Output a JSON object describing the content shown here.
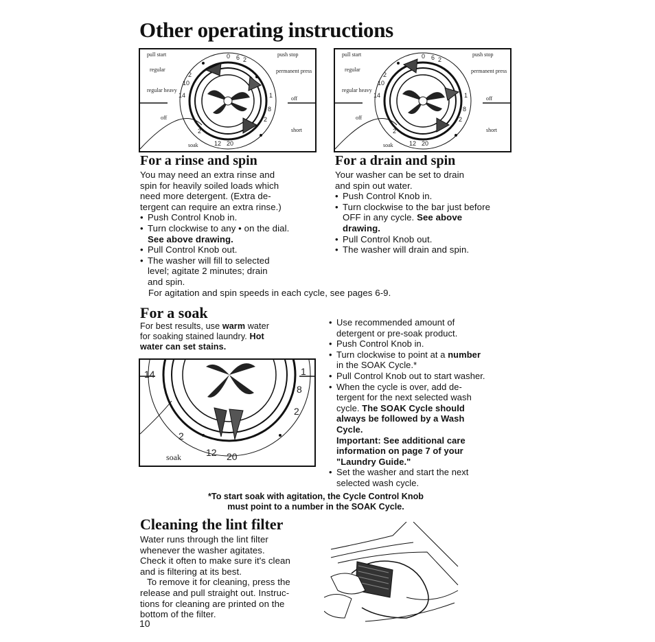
{
  "page": {
    "title": "Other operating instructions",
    "page_number": "10"
  },
  "dial": {
    "pull_start": "pull start",
    "push_stop": "push stop",
    "regular": "regular",
    "permanent_press": "permanent press",
    "regular_heavy": "regular heavy",
    "off": "off",
    "short": "short",
    "soak": "soak",
    "n0": "0",
    "n6": "6",
    "n2": "2",
    "n10": "10",
    "n14": "14",
    "n1": "1",
    "n8": "8",
    "n12": "12",
    "n20": "20"
  },
  "rinse": {
    "heading": "For a rinse and spin",
    "intro": [
      "You may need an extra rinse and",
      "spin for heavily soiled loads which",
      "need more detergent. (Extra de-",
      "tergent can require an extra rinse.)"
    ],
    "b1": "Push Control Knob in.",
    "b2": "Turn clockwise to any • on the dial.",
    "b2_bold": "See above drawing.",
    "b3": "Pull Control Knob out.",
    "b4": [
      "The washer will fill to selected",
      "level; agitate 2 minutes; drain",
      "and spin."
    ]
  },
  "drain": {
    "heading": "For a drain and spin",
    "intro": [
      "Your washer can be set to drain",
      "and spin out water."
    ],
    "b1": "Push Control Knob in.",
    "b2": [
      "Turn clockwise to the bar just before",
      "OFF in any cycle."
    ],
    "b2_bold_a": "See above",
    "b2_bold_b": "drawing.",
    "b3": "Pull Control Knob out.",
    "b4": "The washer will drain and spin."
  },
  "agitation_note": "For agitation and spin speeds in each cycle, see pages 6-9.",
  "soak": {
    "heading": "For a soak",
    "intro_a": "For best results, use",
    "intro_warm": "warm",
    "intro_b": "water",
    "intro_c": "for soaking stained laundry.",
    "intro_hot": "Hot",
    "intro_stains": "water can set stains.",
    "b1": [
      "Use recommended amount of",
      "detergent or pre-soak product."
    ],
    "b2": "Push Control Knob in.",
    "b3_a": "Turn clockwise to point at a",
    "b3_bold": "number",
    "b3_b": "in the SOAK Cycle.*",
    "b4": "Pull Control Knob out to start washer.",
    "b5": [
      "When the cycle is over, add de-",
      "tergent for the next selected wash"
    ],
    "b5_c": "cycle.",
    "b5_bold": [
      "The SOAK Cycle should",
      "always be followed by a Wash",
      "Cycle."
    ],
    "important": [
      "Important: See additional care",
      "information on page 7 of your",
      "\"Laundry Guide.\""
    ],
    "b6": [
      "Set the washer and start the next",
      "selected wash cycle."
    ],
    "footnote": [
      "*To start soak with agitation, the Cycle Control Knob",
      "must point to a number in the SOAK Cycle."
    ]
  },
  "lint": {
    "heading": "Cleaning the lint filter",
    "lines": [
      "Water runs through the lint filter",
      "whenever the washer agitates.",
      "Check it often to make sure it's clean",
      "and is filtering at its best.",
      "To remove it for cleaning, press the",
      "release and pull straight out. Instruc-",
      "tions for cleaning are printed on the",
      "bottom of the filter."
    ]
  }
}
